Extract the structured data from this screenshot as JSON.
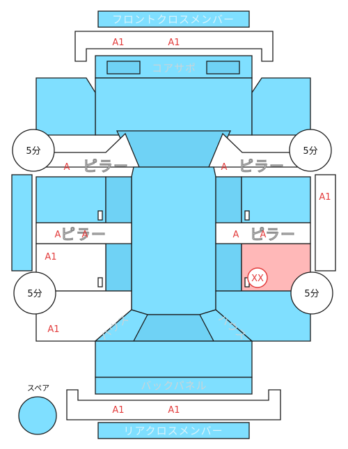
{
  "colors": {
    "panel": "#7fdfff",
    "panel_dark": "#6fd2f5",
    "damage": "#ffb8b8",
    "mark_red": "#e23b3b"
  },
  "labels": {
    "front_cross_member": "フロントクロスメンバー",
    "core_support": "コアサポ",
    "rear_cross_member": "リアクロスメンバー",
    "back_panel": "バックパネル",
    "spare": "スペア",
    "pillar_left": "ピラー",
    "pillar_right": "ピラー",
    "pillar_center_left": "ピラー",
    "pillar_center_right": "ピラー",
    "housing_left": "ハウス",
    "housing_right": "ハウス"
  },
  "marks": {
    "front_a1_left": "A1",
    "front_a1_right": "A1",
    "rear_a1_left": "A1",
    "rear_a1_right": "A1",
    "left_a_pillar": "A",
    "right_a_pillar": "A",
    "left_b_1": "A",
    "left_b_2": "A",
    "right_b_1": "A",
    "right_b_2": "A",
    "left_side_a1": "A1",
    "left_bottom_a1": "A1",
    "right_side_a1": "A1",
    "damage_xx": "XX"
  },
  "circles": {
    "front_left": "5分",
    "front_right": "5分",
    "rear_left": "5分",
    "rear_right": "5分"
  }
}
